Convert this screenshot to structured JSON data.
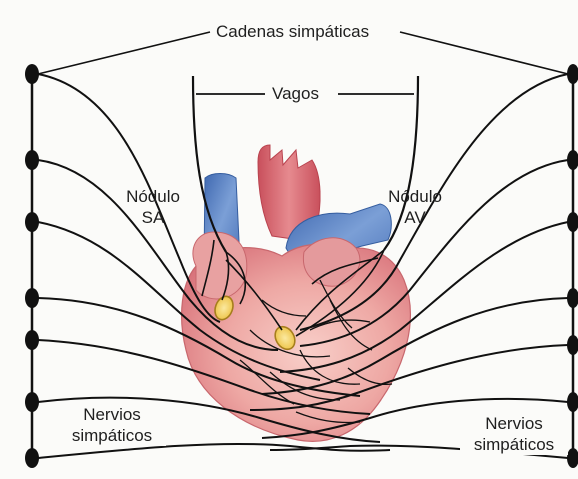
{
  "labels": {
    "sympathetic_chains": "Cadenas simpáticas",
    "vagus": "Vagos",
    "sa_node_line1": "Nódulo",
    "sa_node_line2": "SA",
    "av_node_line1": "Nódulo",
    "av_node_line2": "AV",
    "sympathetic_nerves_left_line1": "Nervios",
    "sympathetic_nerves_left_line2": "simpáticos",
    "sympathetic_nerves_right_line1": "Nervios",
    "sympathetic_nerves_right_line2": "simpáticos"
  },
  "colors": {
    "heart_red": "#d9717a",
    "heart_pink": "#efb3b0",
    "vessel_blue": "#5b82c0",
    "node_yellow": "#f3d36a",
    "nerve_black": "#111111"
  }
}
